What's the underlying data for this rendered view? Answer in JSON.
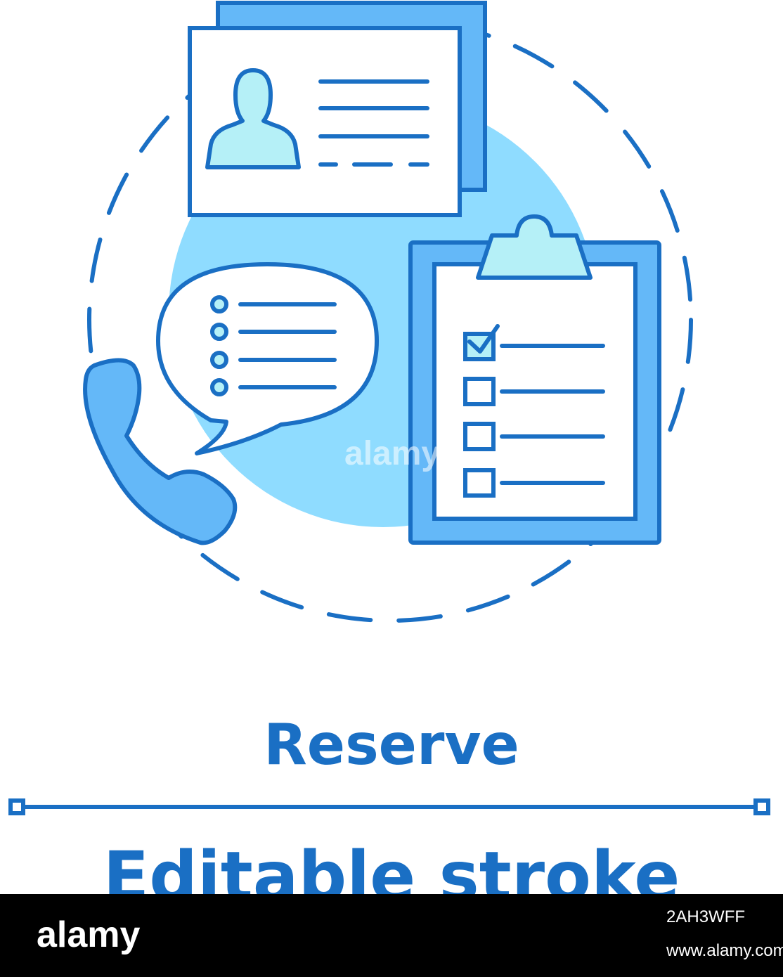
{
  "caption": {
    "title": "Reserve",
    "subtitle": "Editable stroke"
  },
  "watermark": {
    "logo_text": "alamy",
    "center_text": "alamy",
    "image_id": "2AH3WFF",
    "url": "www.alamy.com"
  },
  "colors": {
    "stroke": "#1a6fc4",
    "fill_light": "#8fdcff",
    "fill_mid": "#64b8f8",
    "fill_pale": "#b5f0f7",
    "background": "#ffffff"
  },
  "icons": [
    "id-card-icon",
    "user-silhouette-icon",
    "clipboard-checklist-icon",
    "checkbox-checked-icon",
    "checkbox-empty-icon",
    "speech-bubble-list-icon",
    "phone-handset-icon",
    "dashed-circle"
  ],
  "checklist": {
    "items_total": 4,
    "items_checked": 1
  },
  "speech_bubble": {
    "bullet_count": 4
  }
}
